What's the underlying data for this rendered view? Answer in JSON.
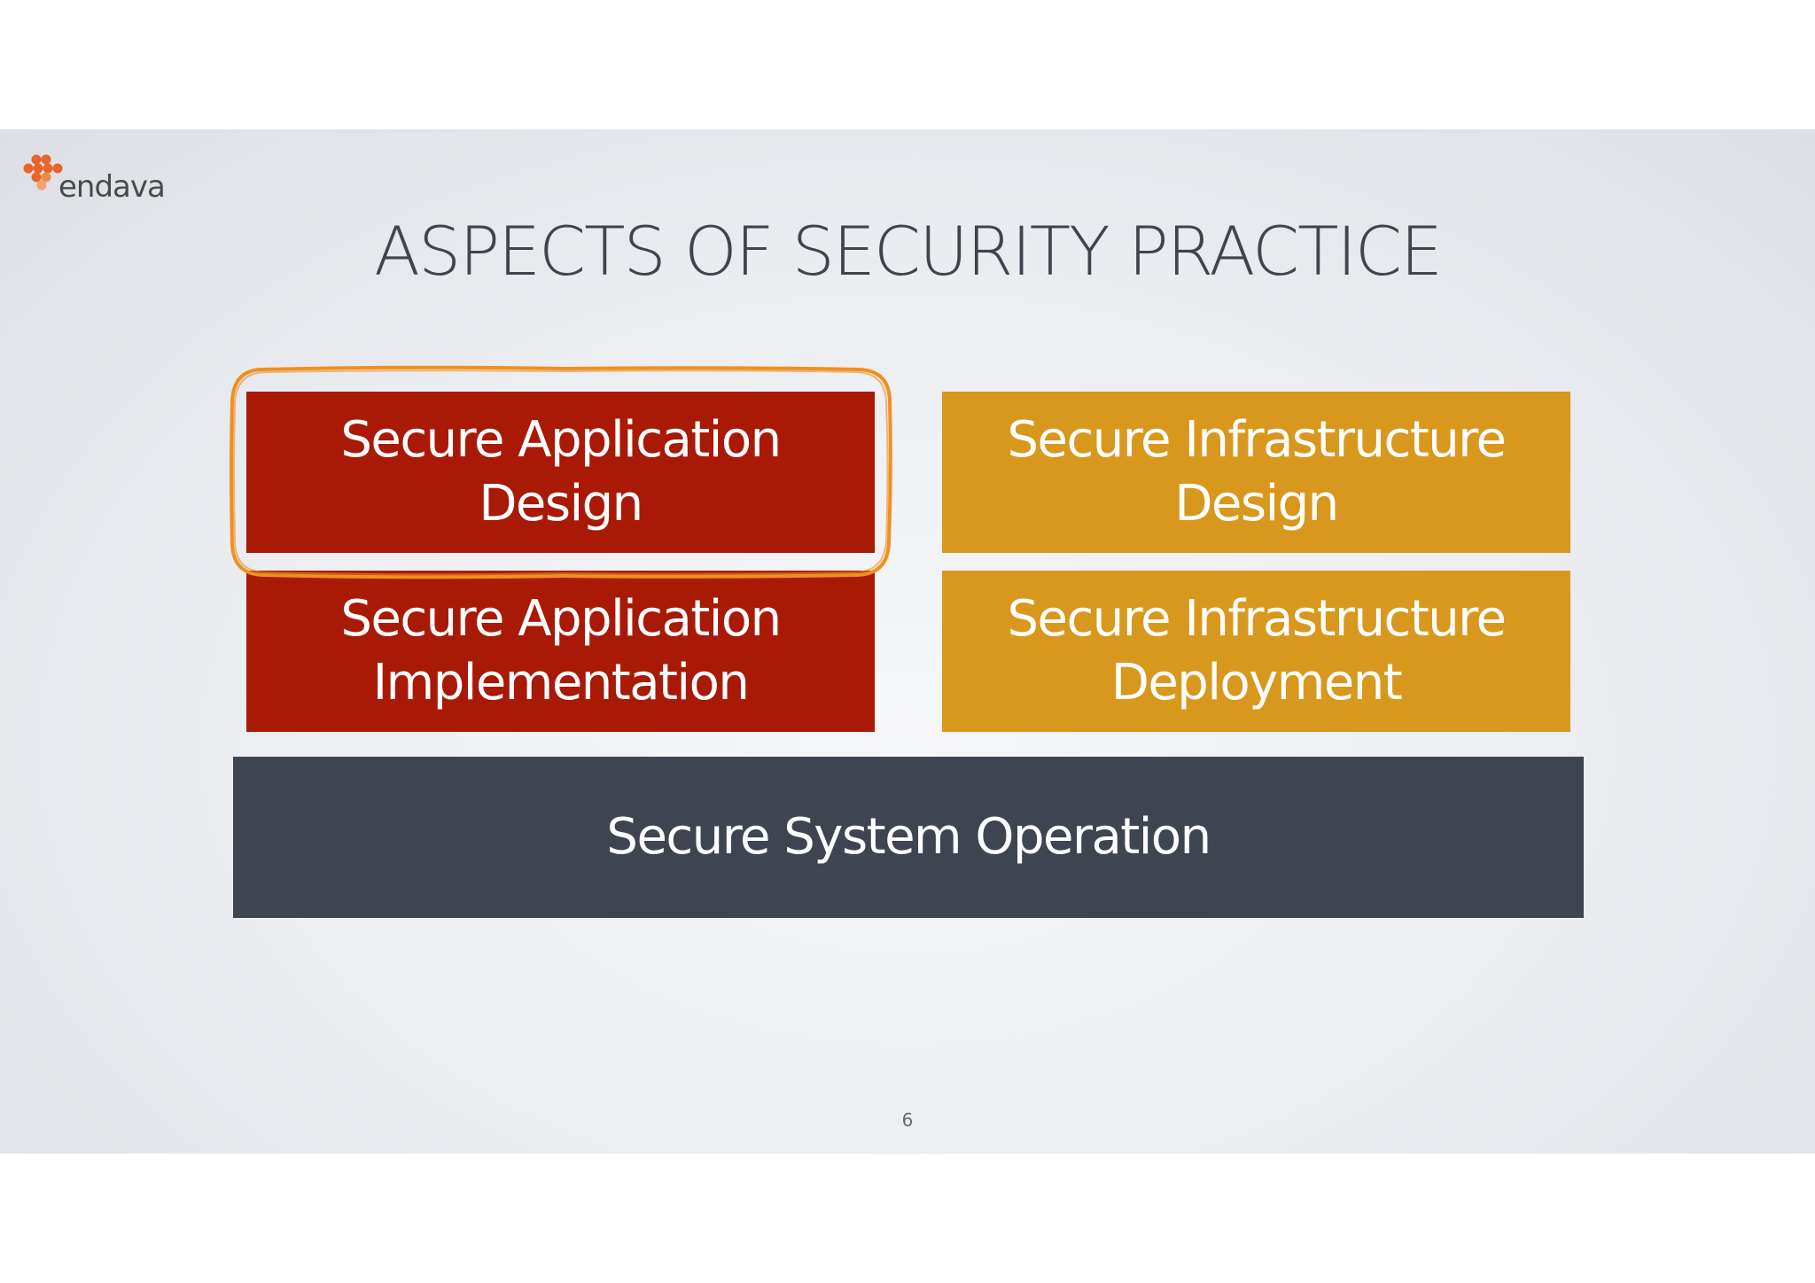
{
  "slide": {
    "logo_text": "endava",
    "title": "ASPECTS OF SECURITY PRACTICE",
    "page_number": "6"
  },
  "blocks": {
    "secure_application_design": "Secure Application Design",
    "secure_application_implementation": "Secure Application Implementation",
    "secure_infrastructure_design": "Secure Infrastructure Design",
    "secure_infrastructure_deployment": "Secure Infrastructure Deployment",
    "secure_system_operation": "Secure System Operation"
  },
  "colors": {
    "application": "#a81a06",
    "infrastructure": "#d8981e",
    "operation": "#3f4550",
    "highlight": "#f0901e",
    "logo": "#e9632b"
  },
  "icons": {
    "logo": "endava-logo-icon"
  },
  "highlighted_block": "secure_application_design"
}
